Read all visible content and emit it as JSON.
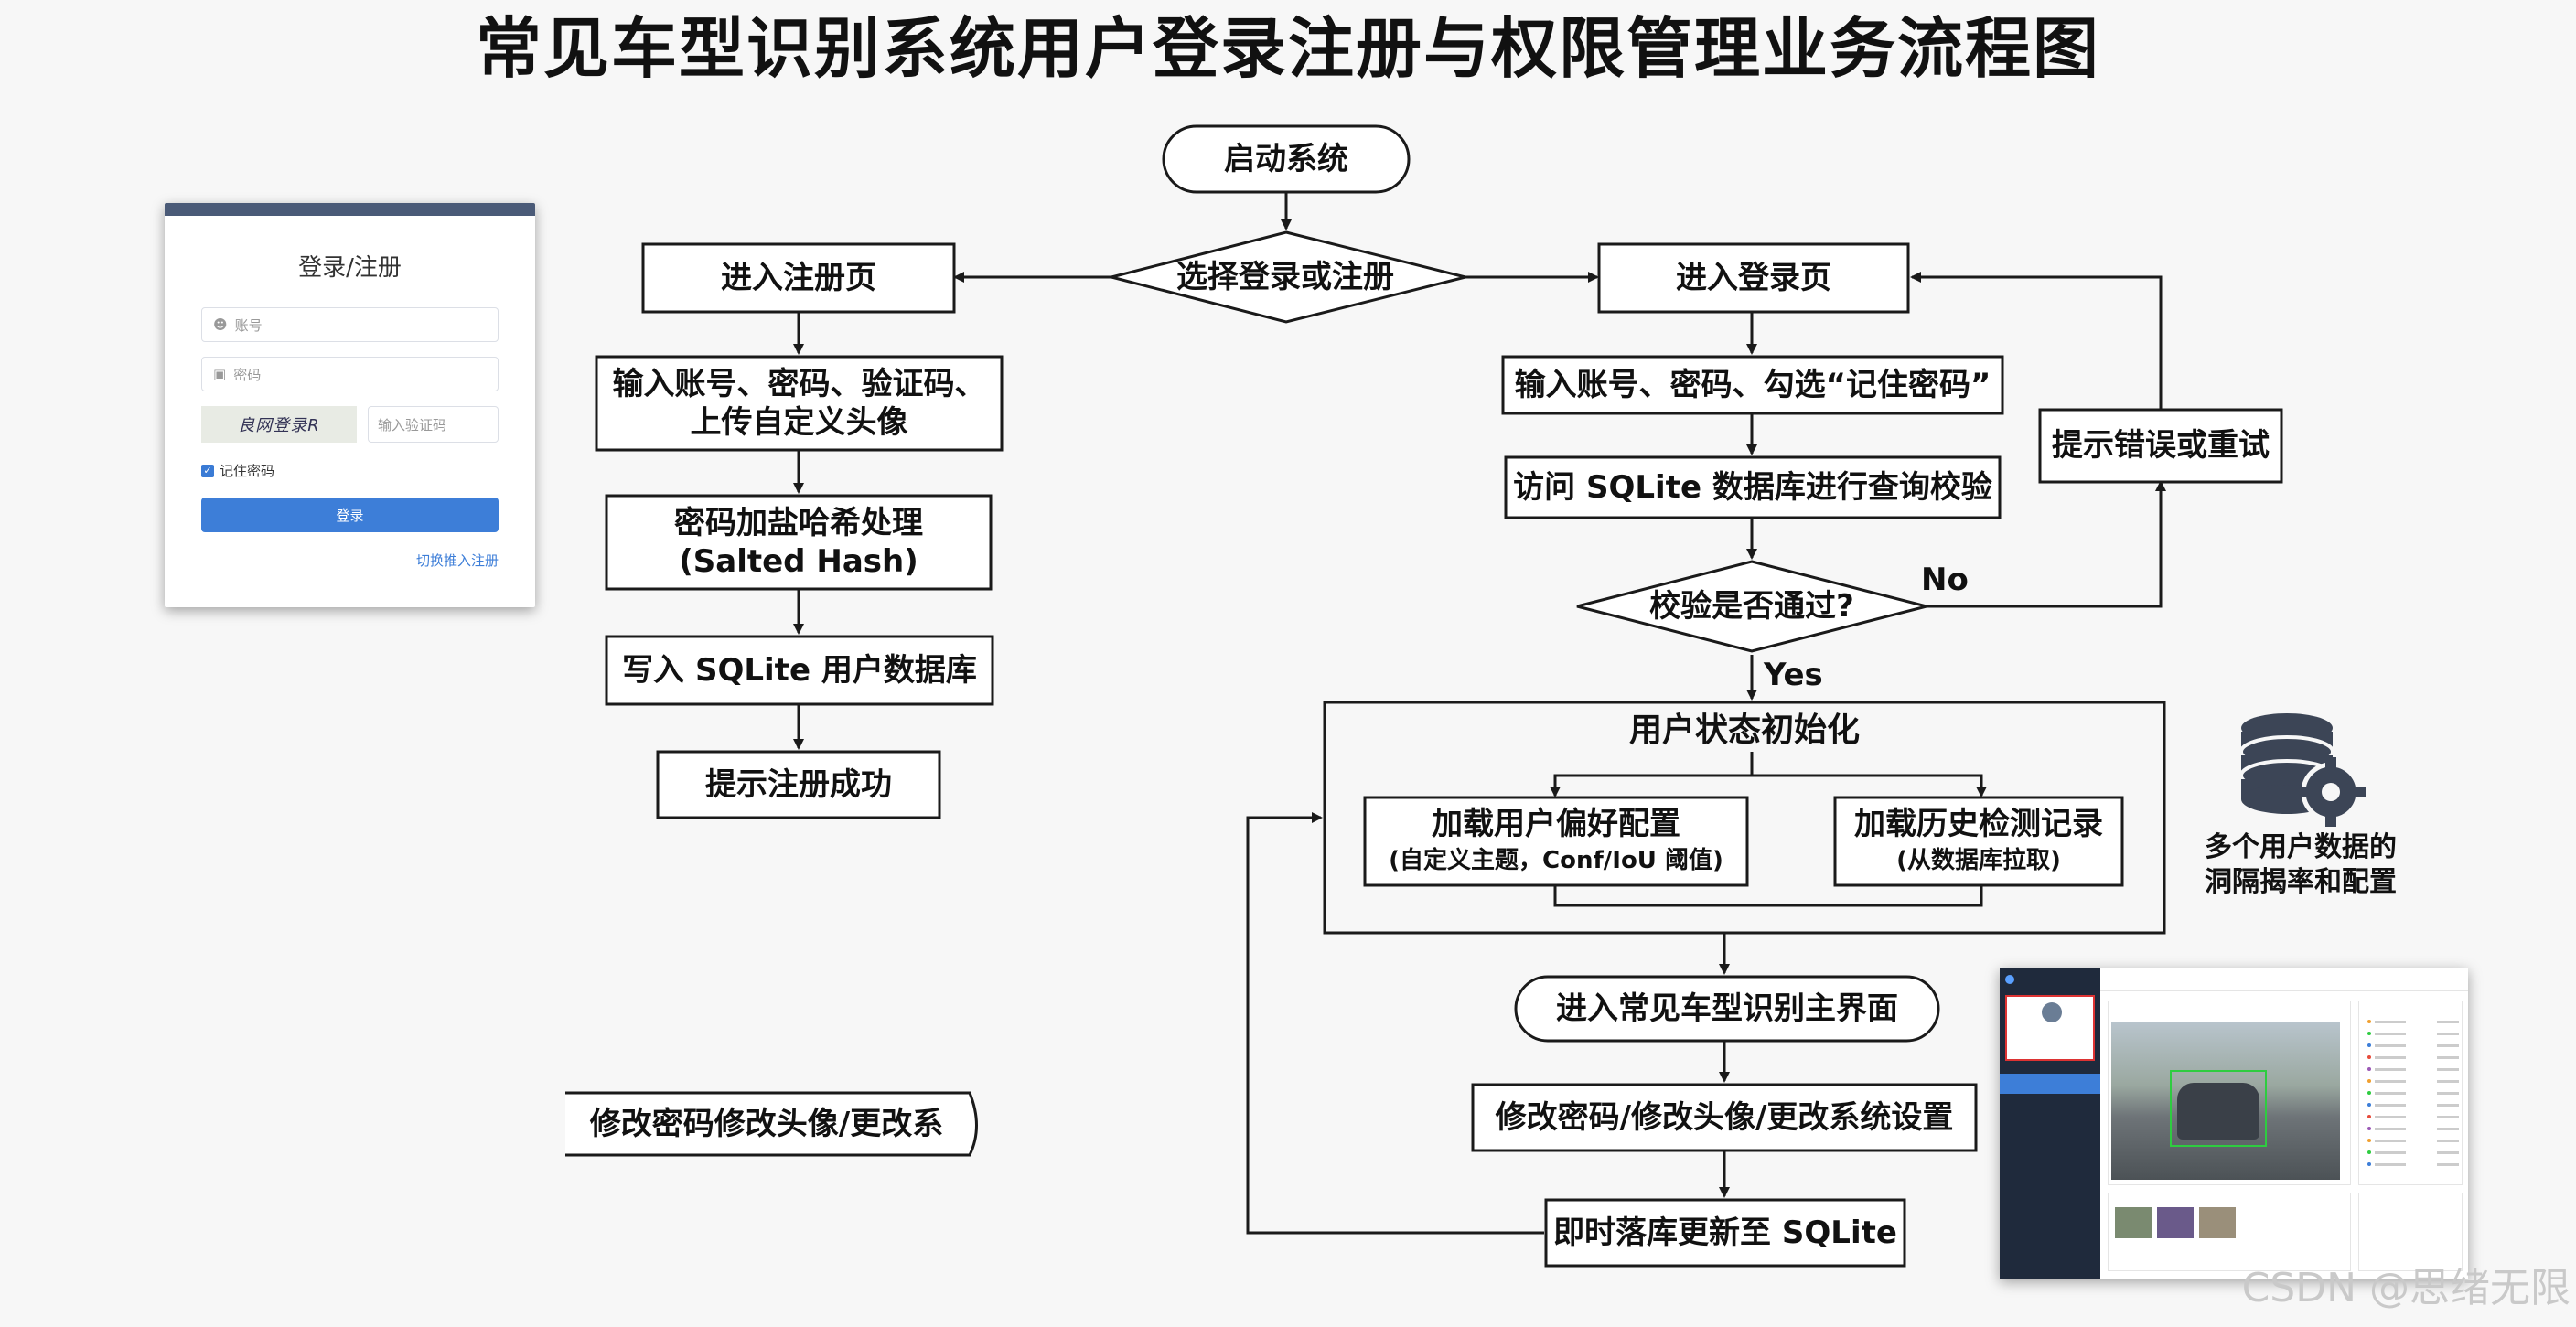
{
  "title": "常见车型识别系统用户登录注册与权限管理业务流程图",
  "flow": {
    "start": "启动系统",
    "choose": "选择登录或注册",
    "register_page": "进入注册页",
    "register_input": "输入账号、密码、验证码、\n上传自定义头像",
    "hash": "密码加盐哈希处理\n(Salted Hash)",
    "write_db": "写入 SQLite 用户数据库",
    "register_ok": "提示注册成功",
    "login_page": "进入登录页",
    "login_input": "输入账号、密码、勾选“记住密码”",
    "query_db": "访问 SQLite 数据库进行查询校验",
    "check": "校验是否通过?",
    "no_label": "No",
    "yes_label": "Yes",
    "error": "提示错误或重试",
    "init_title": "用户状态初始化",
    "load_prefs": "加载用户偏好配置",
    "load_prefs_sub": "(自定义主题，Conf/IoU 阈值)",
    "load_history": "加载历史检测记录",
    "load_history_sub": "(从数据库拉取)",
    "main_ui": "进入常见车型识别主界面",
    "modify": "修改密码/修改头像/更改系统设置",
    "update_db": "即时落库更新至 SQLite",
    "partial_note": "修改密码修改头像/更改系"
  },
  "login_card": {
    "title": "登录/注册",
    "account_placeholder": "账号",
    "password_placeholder": "密码",
    "captcha_text": "良网登录R",
    "captcha_placeholder": "输入验证码",
    "remember": "记住密码",
    "login_button": "登录",
    "switch_link": "切换推入注册"
  },
  "db_caption": "多个用户数据的\n洞隔揭率和配置",
  "watermark": "CSDN @思绪无限",
  "colors": {
    "line": "#1a1a1a",
    "node_fill": "#ffffff",
    "accent": "#3d7ed8",
    "db_icon": "#3c4556"
  }
}
